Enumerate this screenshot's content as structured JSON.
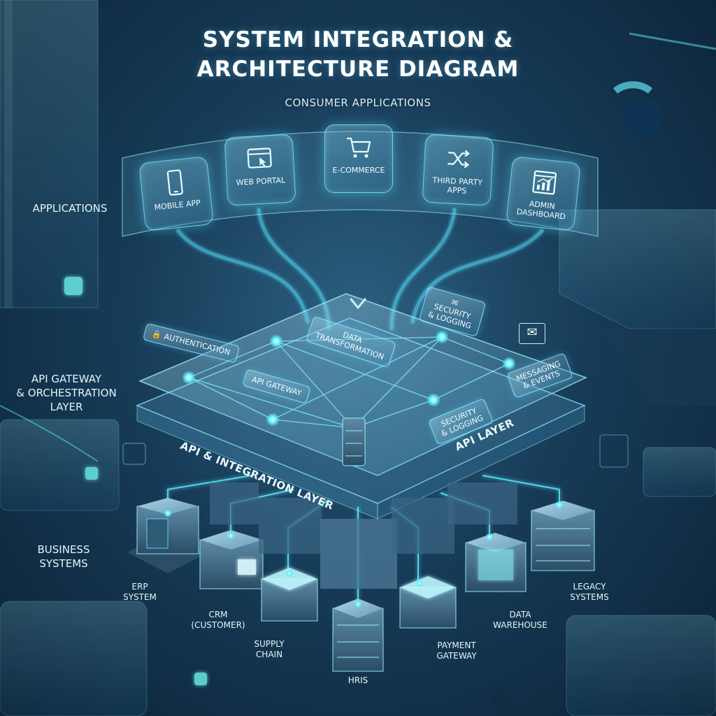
{
  "title": {
    "line1": "SYSTEM INTEGRATION &",
    "line2": "ARCHITECTURE DIAGRAM"
  },
  "sections": {
    "consumer_applications": "CONSUMER APPLICATIONS"
  },
  "side_labels": {
    "applications": "APPLICATIONS",
    "gateway_line1": "API GATEWAY",
    "gateway_line2": "& ORCHESTRATION",
    "gateway_line3": "LAYER",
    "business_line1": "BUSINESS",
    "business_line2": "SYSTEMS"
  },
  "apps": [
    {
      "line1": "MOBILE APP",
      "line2": "",
      "icon": "smartphone-icon"
    },
    {
      "line1": "WEB PORTAL",
      "line2": "",
      "icon": "browser-window-icon"
    },
    {
      "line1": "E-COMMERCE",
      "line2": "",
      "icon": "shopping-cart-icon"
    },
    {
      "line1": "THIRD PARTY",
      "line2": "APPS",
      "icon": "shuffle-icon"
    },
    {
      "line1": "ADMIN",
      "line2": "DASHBOARD",
      "icon": "dashboard-chart-icon"
    }
  ],
  "gateway_panels": {
    "authentication": "AUTHENTICATION",
    "data_transformation_line1": "DATA",
    "data_transformation_line2": "TRANSFORMATION",
    "security_top_line1": "SECURITY",
    "security_top_line2": "& LOGGING",
    "api_gateway": "API GATEWAY",
    "security_mid_line1": "SECURITY",
    "security_mid_line2": "& LOGGING",
    "messaging_line1": "MESSAGING",
    "messaging_line2": "& EVENTS"
  },
  "layers": {
    "integration": "API & INTEGRATION LAYER",
    "api": "API LAYER"
  },
  "business_systems": [
    {
      "line1": "ERP",
      "line2": "SYSTEM"
    },
    {
      "line1": "CRM",
      "line2": "(CUSTOMER)"
    },
    {
      "line1": "SUPPLY",
      "line2": "CHAIN"
    },
    {
      "line1": "HRIS",
      "line2": ""
    },
    {
      "line1": "PAYMENT",
      "line2": "GATEWAY"
    },
    {
      "line1": "DATA",
      "line2": "WAREHOUSE"
    },
    {
      "line1": "LEGACY",
      "line2": "SYSTEMS"
    }
  ],
  "colors": {
    "accent": "#5ff0ff",
    "glow": "#3fd6ff",
    "background_dark": "#0b2236",
    "background_mid": "#2c5f7f"
  }
}
